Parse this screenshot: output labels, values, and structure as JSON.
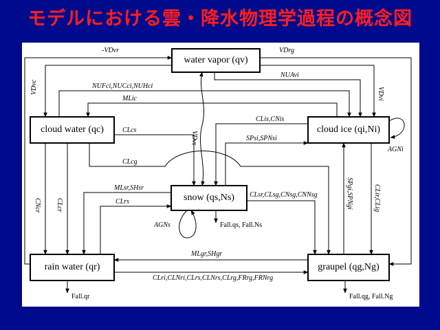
{
  "title": "モデルにおける雲・降水物理学過程の概念図",
  "boxes": {
    "water_vapor": "water vapor (qv)",
    "cloud_water": "cloud water (qc)",
    "cloud_ice": "cloud ice (qi,Ni)",
    "snow": "snow (qs,Ns)",
    "rain_water": "rain water (qr)",
    "graupel": "graupel (qg,Ng)"
  },
  "processes": {
    "vdvr": "-VDvr",
    "vdrg": "VDrg",
    "vdvc": "VDvc",
    "vdvi": "VDvi",
    "vdvs": "VDvs",
    "nuf": "NUFci,NUCci,NUHci",
    "nua": "NUAvi",
    "mlic": "MLic",
    "clcs": "CLcs",
    "clcg": "CLcg",
    "clis": "CLis,CNis",
    "spsi": "SPsi,SPNsi",
    "cncr": "CNcr",
    "clcr": "CLcr",
    "mlsr": "MLsr,SHsr",
    "clrs": "CLrs",
    "clsr": "CLsr,CLsg,CNsg,CNNsg",
    "spgi": "SPgi,SPNgi",
    "clir": "CLir,CLig",
    "mlgr": "MLgr,SHgr",
    "clri": "CLri,CLNri,CLrs,CLNrs,CLrg,FRrg,FRNrg",
    "agi": "AGNi",
    "ags": "AGNs"
  },
  "falls": {
    "snow": "Fall.qs, Fall.Ns",
    "rain": "Fall.qr",
    "graupel": "Fall.qg, Fall.Ng"
  }
}
